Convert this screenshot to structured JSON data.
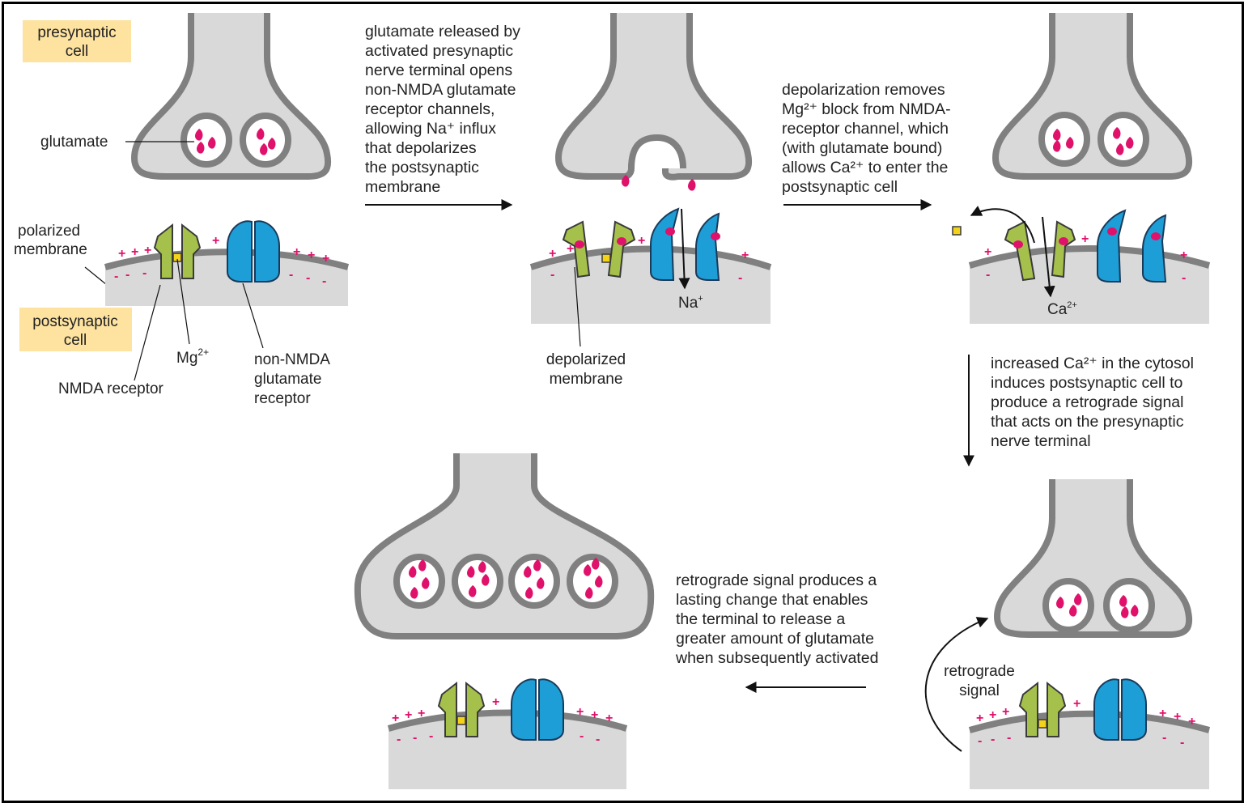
{
  "labels": {
    "presynaptic_cell": [
      "presynaptic",
      "cell"
    ],
    "postsynaptic_cell": [
      "postsynaptic",
      "cell"
    ],
    "glutamate": "glutamate",
    "polarized_membrane": [
      "polarized",
      "membrane"
    ],
    "mg2": "Mg",
    "nmda_receptor": "NMDA receptor",
    "non_nmda_receptor": [
      "non-NMDA",
      "glutamate",
      "receptor"
    ],
    "na_plus": "Na",
    "depolarized_membrane": [
      "depolarized",
      "membrane"
    ],
    "ca2": "Ca",
    "retrograde_signal": [
      "retrograde",
      "signal"
    ]
  },
  "captions": {
    "step1": [
      "glutamate released by",
      "activated presynaptic",
      "nerve terminal opens",
      "non-NMDA glutamate",
      "receptor channels,",
      "allowing Na⁺ influx",
      "that depolarizes",
      "the  postsynaptic",
      "membrane"
    ],
    "step2": [
      "depolarization removes",
      "Mg²⁺ block from NMDA-",
      "receptor channel, which",
      "(with glutamate bound)",
      "allows Ca²⁺ to enter the",
      "postsynaptic cell"
    ],
    "step3": [
      "increased Ca²⁺ in the cytosol",
      "induces postsynaptic cell to",
      "produce a retrograde signal",
      "that acts on the presynaptic",
      "nerve terminal"
    ],
    "step4": [
      "retrograde signal produces a",
      "lasting change that enables",
      "the terminal to release a",
      "greater amount of glutamate",
      "when subsequently activated"
    ]
  },
  "colors": {
    "label_box": "#fde2a0",
    "terminal_fill": "#d9d9d9",
    "terminal_stroke": "#808080",
    "nmda_green": "#a6c14b",
    "non_nmda_blue": "#1e9ed6",
    "glutamate_pink": "#e0116b",
    "mg_yellow": "#f4d21a"
  }
}
